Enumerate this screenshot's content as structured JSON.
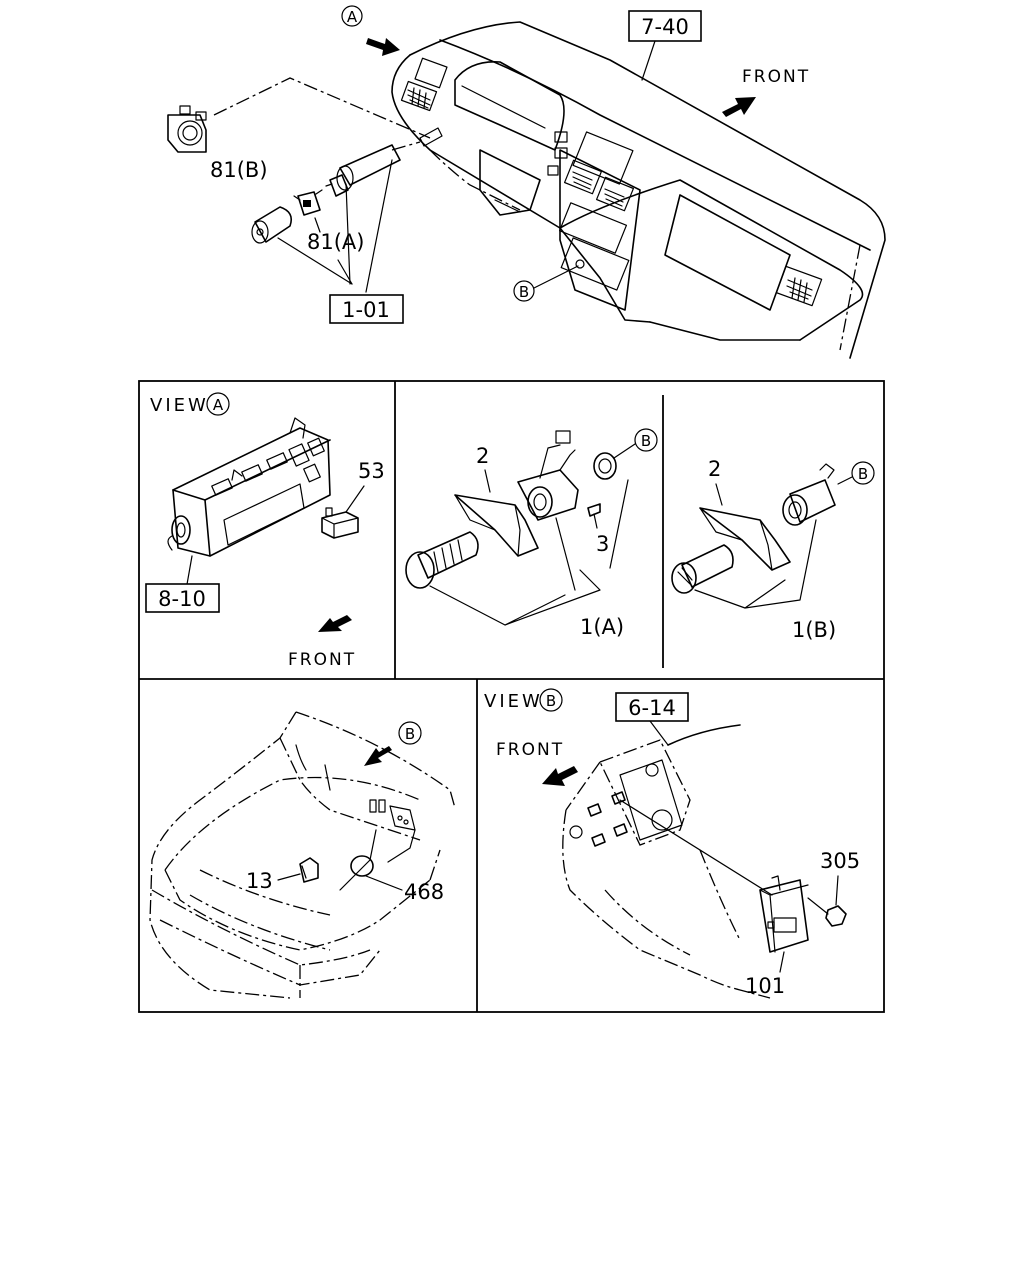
{
  "top": {
    "view_a_marker": "A",
    "view_b_marker": "B",
    "ref_dashboard": "7-40",
    "ref_switch_group": "1-01",
    "front": "FRONT",
    "part_81b": "81(B)",
    "part_81a": "81(A)"
  },
  "view_a": {
    "title": "VIEW",
    "marker": "A",
    "ref_module": "8-10",
    "part_53": "53",
    "front": "FRONT"
  },
  "lighter_a": {
    "part_2": "2",
    "part_3": "3",
    "part_1a": "1(A)",
    "marker": "B"
  },
  "lighter_b": {
    "part_2": "2",
    "part_1b": "1(B)",
    "marker": "B"
  },
  "engine_bay": {
    "marker": "B",
    "part_13": "13",
    "part_468": "468"
  },
  "view_b": {
    "title": "VIEW",
    "marker": "B",
    "ref_panel": "6-14",
    "front": "FRONT",
    "part_305": "305",
    "part_101": "101"
  }
}
